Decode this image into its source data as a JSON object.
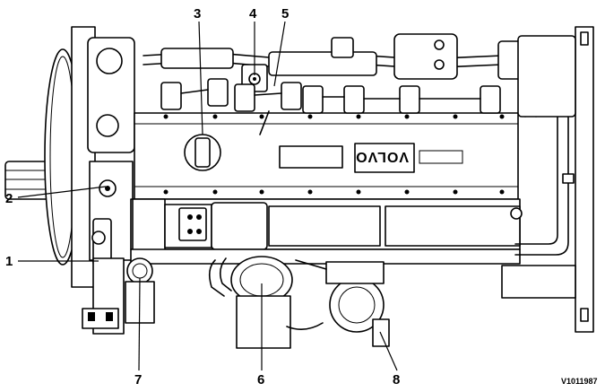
{
  "diagram": {
    "callouts": [
      {
        "id": "1",
        "label": "1"
      },
      {
        "id": "2",
        "label": "2"
      },
      {
        "id": "3",
        "label": "3"
      },
      {
        "id": "4",
        "label": "4"
      },
      {
        "id": "5",
        "label": "5"
      },
      {
        "id": "6",
        "label": "6"
      },
      {
        "id": "7",
        "label": "7"
      },
      {
        "id": "8",
        "label": "8"
      }
    ],
    "brand_plate": "VOLVO",
    "reference_code": "V1011987"
  }
}
